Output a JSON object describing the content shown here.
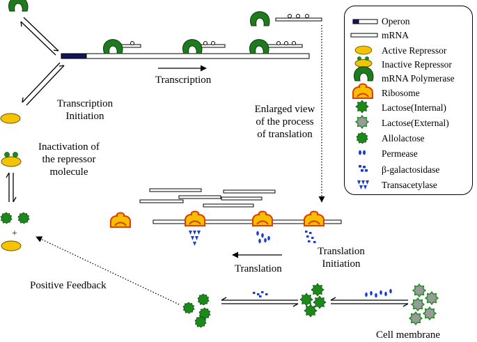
{
  "labels": {
    "transcription": "Transcription",
    "transcription_initiation": [
      "Transcription",
      "Initiation"
    ],
    "inactivation": [
      "Inactivation of",
      "the repressor",
      "molecule"
    ],
    "enlarged_view": [
      "Enlarged view",
      "of the process",
      "of translation"
    ],
    "translation": "Translation",
    "translation_initiation": [
      "Translation",
      "Initiation"
    ],
    "positive_feedback": "Positive Feedback",
    "cell_membrane": "Cell membrane",
    "plus": "+"
  },
  "legend": [
    {
      "icon": "operon-icon",
      "label": "Operon"
    },
    {
      "icon": "mrna-icon",
      "label": "mRNA"
    },
    {
      "icon": "active-repressor-icon",
      "label": "Active Repressor"
    },
    {
      "icon": "inactive-repressor-icon",
      "label": "Inactive Repressor"
    },
    {
      "icon": "mrna-polymerase-icon",
      "label": "mRNA Polymerase"
    },
    {
      "icon": "ribosome-icon",
      "label": "Ribosome"
    },
    {
      "icon": "lactose-internal-icon",
      "label": "Lactose(Internal)"
    },
    {
      "icon": "lactose-external-icon",
      "label": "Lactose(External)"
    },
    {
      "icon": "allolactose-icon",
      "label": "Allolactose"
    },
    {
      "icon": "permease-icon",
      "label": "Permease"
    },
    {
      "icon": "beta-galactosidase-icon",
      "label": "β-galactosidase"
    },
    {
      "icon": "transacetylase-icon",
      "label": "Transacetylase"
    }
  ],
  "colors": {
    "repressor_fill": "#f5c400",
    "polymerase_fill": "#1f7a1f",
    "lactose_internal": "#1b8a1b",
    "lactose_external": "#9a9a9a",
    "ribosome_outline": "#e03a00",
    "enzyme_blue": "#1a3ccf",
    "operon_navy": "#14145a"
  }
}
